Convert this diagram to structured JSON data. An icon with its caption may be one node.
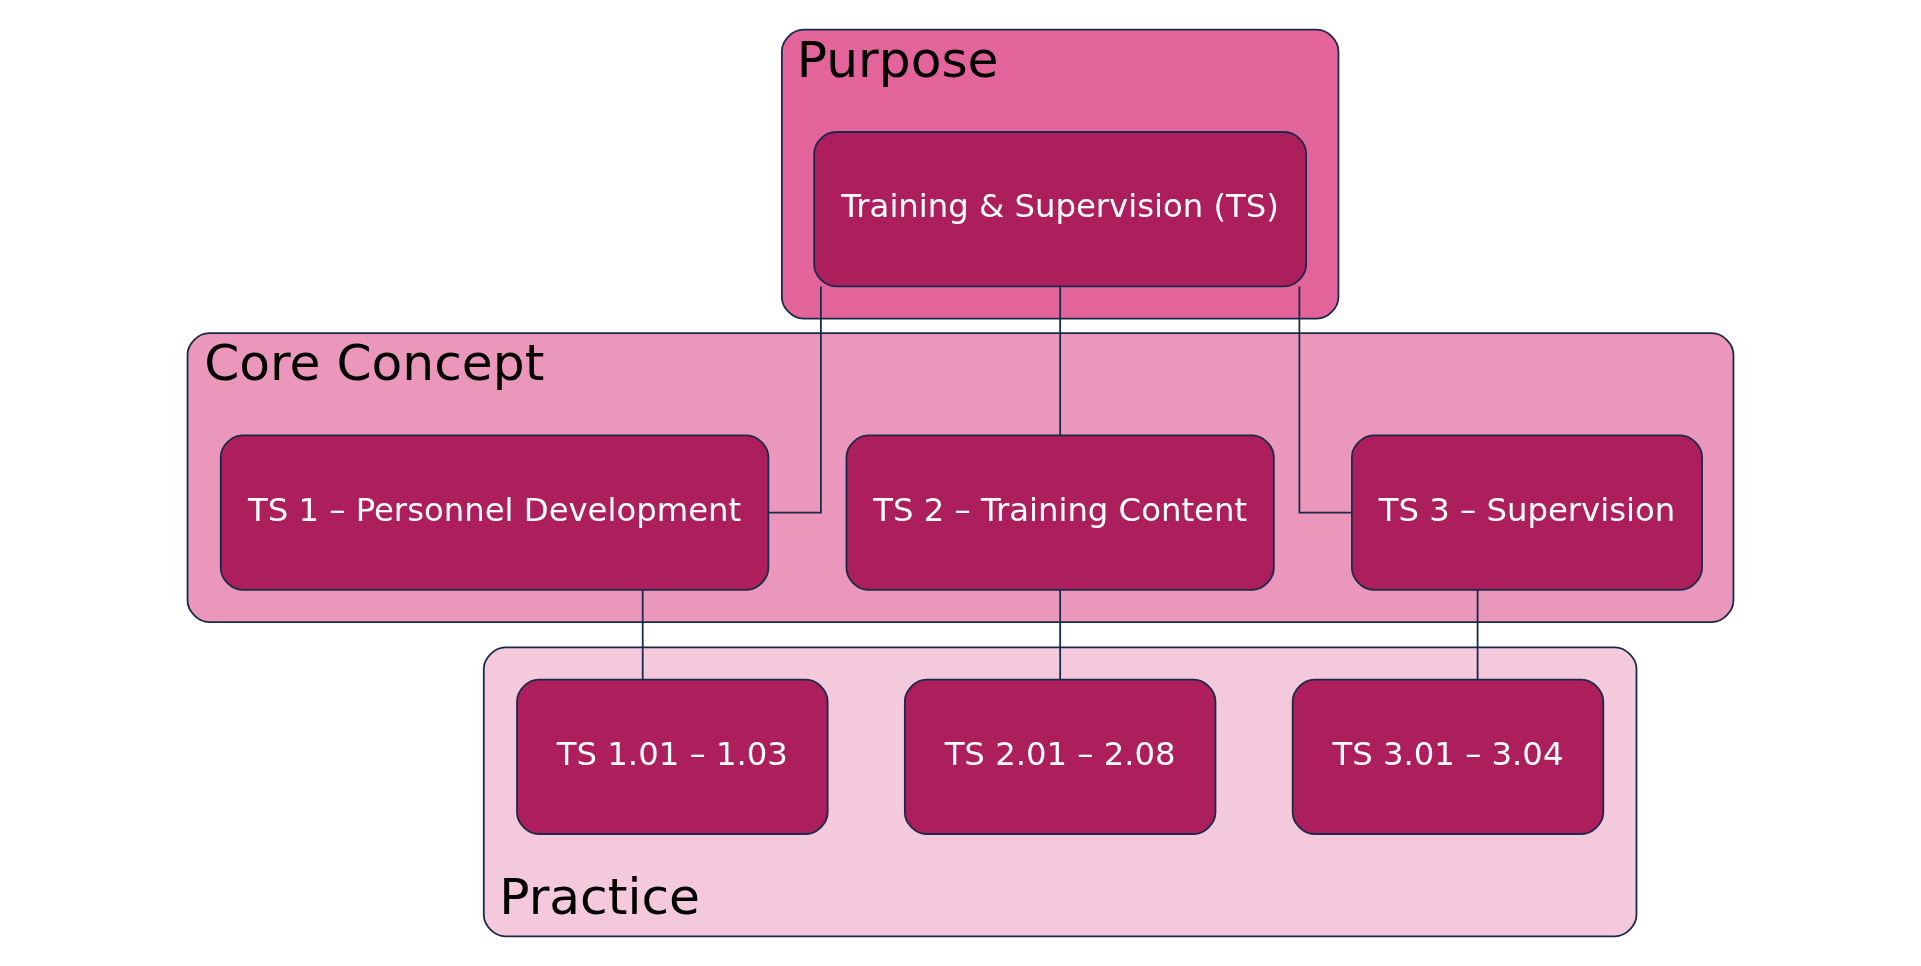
{
  "diagram": {
    "nodes": [
      {
        "text": [
          "Purpose"
        ]
      },
      {
        "text": [
          "Training & Supervision (TS)"
        ],
        "in": 0
      },
      {
        "text": [
          "Core Concept"
        ]
      },
      {
        "text": [
          "TS 1 – Personnel Development"
        ],
        "in": 2
      },
      {
        "text": [
          "TS 2 – Training Content"
        ],
        "in": 2
      },
      {
        "text": [
          "TS 3 – Supervision"
        ],
        "in": 2
      },
      {
        "text": [
          "Practice"
        ]
      },
      {
        "text": [
          "TS 1.01 – 1.03"
        ],
        "in": 6
      },
      {
        "text": [
          "TS 2.01 – 2.08"
        ],
        "in": 6
      },
      {
        "text": [
          "TS 3.01 – 3.04"
        ],
        "in": 6
      }
    ],
    "edges": [
      {
        "from": 1,
        "to": 3,
        "arrow": "none"
      },
      {
        "from": 1,
        "to": 4,
        "arrow": "none"
      },
      {
        "from": 1,
        "to": 5,
        "arrow": "none"
      },
      {
        "from": 3,
        "to": 7,
        "arrow": "none"
      },
      {
        "from": 4,
        "to": 8,
        "arrow": "none"
      },
      {
        "from": 5,
        "to": 9,
        "arrow": "none"
      }
    ]
  }
}
